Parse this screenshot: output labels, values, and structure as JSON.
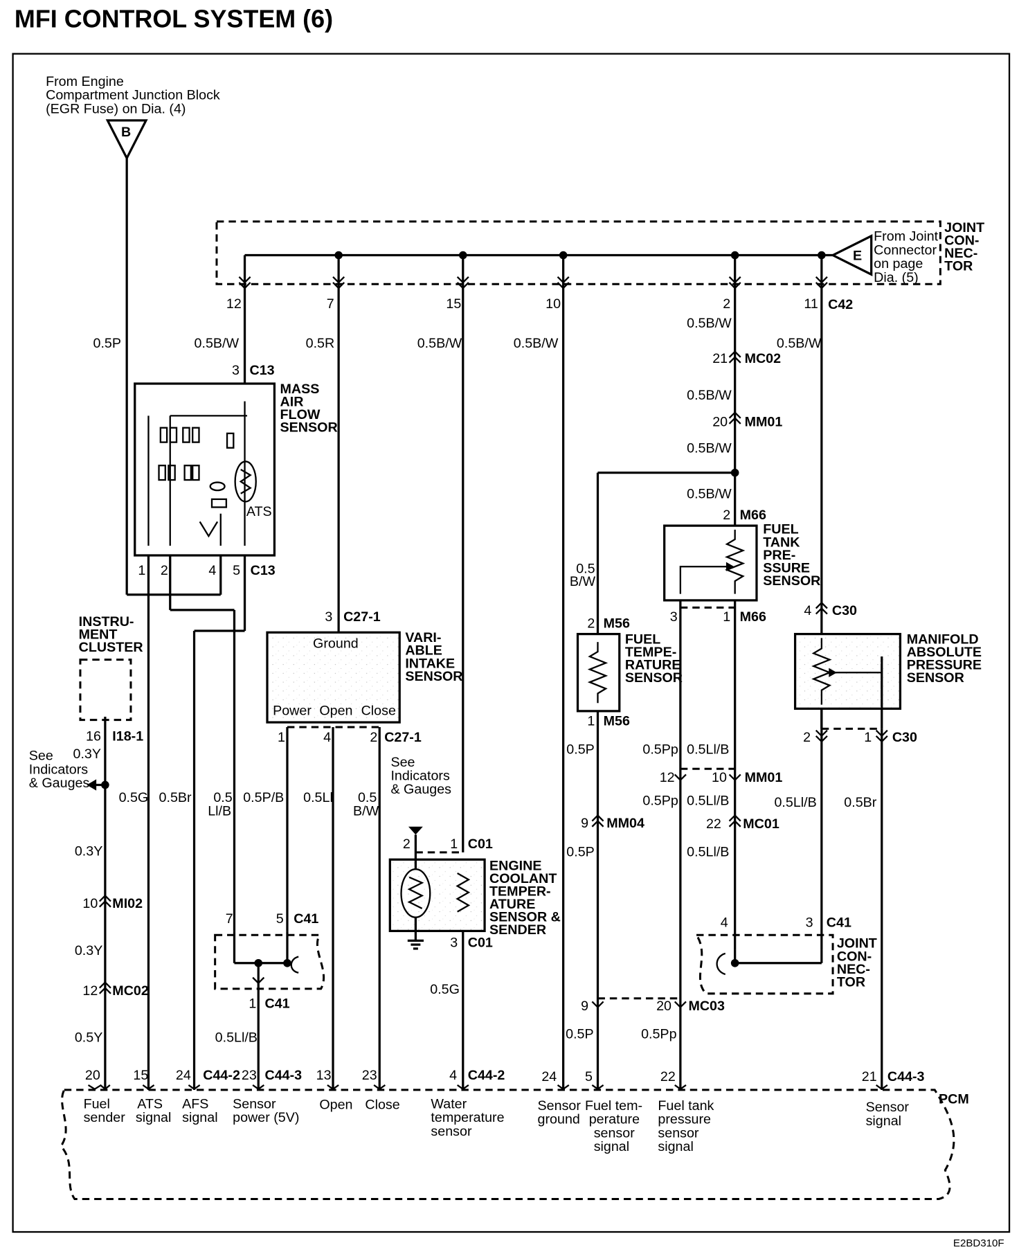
{
  "title": "MFI CONTROL SYSTEM (6)",
  "figure_code": "E2BD310F",
  "source_b": {
    "text": [
      "From Engine",
      "Compartment Junction Block",
      "(EGR Fuse) on Dia. (4)"
    ],
    "letter": "B"
  },
  "source_e": {
    "text": [
      "From Joint",
      "Connector",
      "on page",
      "Dia. (5)"
    ],
    "letter": "E"
  },
  "joint_connector_top": [
    "JOINT",
    "CON-",
    "NEC-",
    "TOR"
  ],
  "joint_connector_bottom": [
    "JOINT",
    "CON-",
    "NEC-",
    "TOR"
  ],
  "pcm": "PCM",
  "components": {
    "maf": [
      "MASS",
      "AIR",
      "FLOW",
      "SENSOR"
    ],
    "ats": "ATS",
    "vis": [
      "VARI-",
      "ABLE",
      "INTAKE",
      "SENSOR"
    ],
    "vis_pins": [
      "Ground",
      "Power",
      "Open",
      "Close"
    ],
    "ect": [
      "ENGINE",
      "COOLANT",
      "TEMPER-",
      "ATURE",
      "SENSOR &",
      "SENDER"
    ],
    "fts": [
      "FUEL",
      "TEMPE-",
      "RATURE",
      "SENSOR"
    ],
    "ftps": [
      "FUEL",
      "TANK",
      "PRE-",
      "SSURE",
      "SENSOR"
    ],
    "map": [
      "MANIFOLD",
      "ABSOLUTE",
      "PRESSURE",
      "SENSOR"
    ],
    "cluster": [
      "INSTRU-",
      "MENT",
      "CLUSTER"
    ]
  },
  "notes": {
    "see_ig_1": [
      "See",
      "Indicators",
      "& Gauges"
    ],
    "see_ig_2": [
      "See",
      "Indicators",
      "& Gauges"
    ]
  },
  "connectors": {
    "c42": "C42",
    "c13": "C13",
    "c27_1": "C27-1",
    "c01": "C01",
    "c41": "C41",
    "c44_2": "C44-2",
    "c44_3": "C44-3",
    "mc02": "MC02",
    "mm01": "MM01",
    "m66": "M66",
    "m56": "M56",
    "c30": "C30",
    "mm04": "MM04",
    "mc01": "MC01",
    "mc03": "MC03",
    "i18_1": "I18-1",
    "mi02": "MI02"
  },
  "pins": [
    "12",
    "7",
    "15",
    "10",
    "2",
    "11",
    "3",
    "1",
    "2",
    "4",
    "5",
    "3",
    "1",
    "4",
    "2",
    "21",
    "20",
    "2",
    "3",
    "1",
    "2",
    "1",
    "4",
    "2",
    "1",
    "12",
    "10",
    "22",
    "9",
    "4",
    "3",
    "2",
    "1",
    "16",
    "10",
    "12",
    "7",
    "5",
    "1",
    "3",
    "9",
    "20",
    "20",
    "15",
    "24",
    "23",
    "13",
    "23",
    "4",
    "24",
    "5",
    "22",
    "21"
  ],
  "wires": [
    "0.5P",
    "0.5B/W",
    "0.5R",
    "0.5B/W",
    "0.5B/W",
    "0.5B/W",
    "0.5B/W",
    "0.5B/W",
    "0.5B/W",
    "0.5B/W",
    "0.5",
    "B/W",
    "0.5P",
    "0.5Pp",
    "0.5Ll/B",
    "0.5Pp",
    "0.5Ll/B",
    "0.5Ll/B",
    "0.5Br",
    "0.5P",
    "0.5Ll/B",
    "0.3Y",
    "0.5G",
    "0.5Br",
    "0.5",
    "Ll/B",
    "0.5P/B",
    "0.5Ll",
    "0.5",
    "B/W",
    "0.3Y",
    "0.3Y",
    "0.5Y",
    "0.5G",
    "0.5Ll/B",
    "0.5P",
    "0.5Pp"
  ],
  "pcm_terminals": {
    "fuel": [
      "Fuel",
      "sender"
    ],
    "ats": [
      "ATS",
      "signal"
    ],
    "afs": [
      "AFS",
      "signal"
    ],
    "sensor_power": [
      "Sensor",
      "power (5V)"
    ],
    "open": "Open",
    "close": "Close",
    "water": [
      "Water",
      "temperature",
      "sensor"
    ],
    "sensor_ground": [
      "Sensor",
      "ground"
    ],
    "fuel_temp": [
      "Fuel tem-",
      "perature",
      "sensor",
      "signal"
    ],
    "fuel_tank": [
      "Fuel tank",
      "pressure",
      "sensor",
      "signal"
    ],
    "sensor_signal": [
      "Sensor",
      "signal"
    ]
  }
}
